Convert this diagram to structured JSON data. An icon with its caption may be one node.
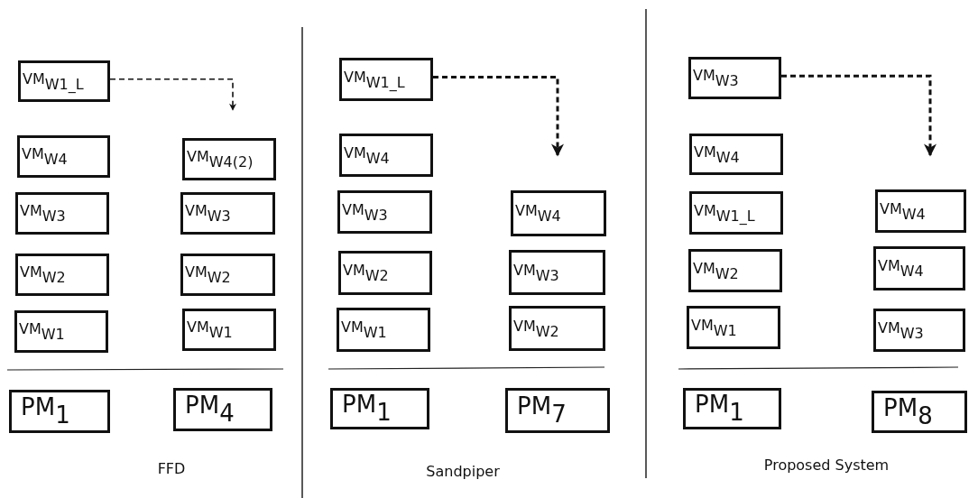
{
  "diagram": {
    "nodes": [
      {
        "text": [
          "VM$_{W1_L}$"
        ]
      },
      {
        "text": [
          "VM$_{W4}$"
        ]
      },
      {
        "text": [
          "VM$_{W3}$"
        ]
      },
      {
        "text": [
          "VM$_{W2}$"
        ]
      },
      {
        "text": [
          "VM$_{W1}$"
        ]
      },
      {
        "text": [
          "VM$_{W4(2)}$"
        ]
      },
      {
        "text": [
          "VM$_{W3}$"
        ]
      },
      {
        "text": [
          "VM$_{W2}$"
        ]
      },
      {
        "text": [
          "VM$_{W1}$"
        ]
      },
      {
        "text": [
          "PM$_{1}$"
        ]
      },
      {
        "text": [
          "PM$_{4}$"
        ]
      },
      {
        "text": [
          "VM$_{W1_L}$"
        ]
      },
      {
        "text": [
          "VM$_{W4}$"
        ]
      },
      {
        "text": [
          "VM$_{W3}$"
        ]
      },
      {
        "text": [
          "VM$_{W2}$"
        ]
      },
      {
        "text": [
          "VM$_{W1}$"
        ]
      },
      {
        "text": [
          "VM$_{W4}$"
        ]
      },
      {
        "text": [
          "VM$_{W3}$"
        ]
      },
      {
        "text": [
          "VM$_{W2}$"
        ]
      },
      {
        "text": [
          "PM$_{1}$"
        ]
      },
      {
        "text": [
          "PM$_{7}$"
        ]
      },
      {
        "text": [
          "VM$_{W3}$"
        ]
      },
      {
        "text": [
          "VM$_{W4}$"
        ]
      },
      {
        "text": [
          "VM$_{W1_L}$"
        ]
      },
      {
        "text": [
          "VM$_{W2}$"
        ]
      },
      {
        "text": [
          "VM$_{W1}$"
        ]
      },
      {
        "text": [
          "VM$_{W4}$"
        ]
      },
      {
        "text": [
          "VM$_{W4}$"
        ]
      },
      {
        "text": [
          "VM$_{W3}$"
        ]
      },
      {
        "text": [
          "PM$_{1}$"
        ]
      },
      {
        "text": [
          "PM$_{8}$"
        ]
      }
    ],
    "edges": [
      {
        "from": 0,
        "to": null,
        "arrow": "to",
        "style": "dashed"
      },
      {
        "from": 11,
        "to": null,
        "arrow": "to",
        "style": "dashed"
      },
      {
        "from": 21,
        "to": null,
        "arrow": "to",
        "style": "dashed"
      }
    ],
    "labels": [
      "FFD",
      "Sandpiper",
      "Proposed System"
    ]
  }
}
